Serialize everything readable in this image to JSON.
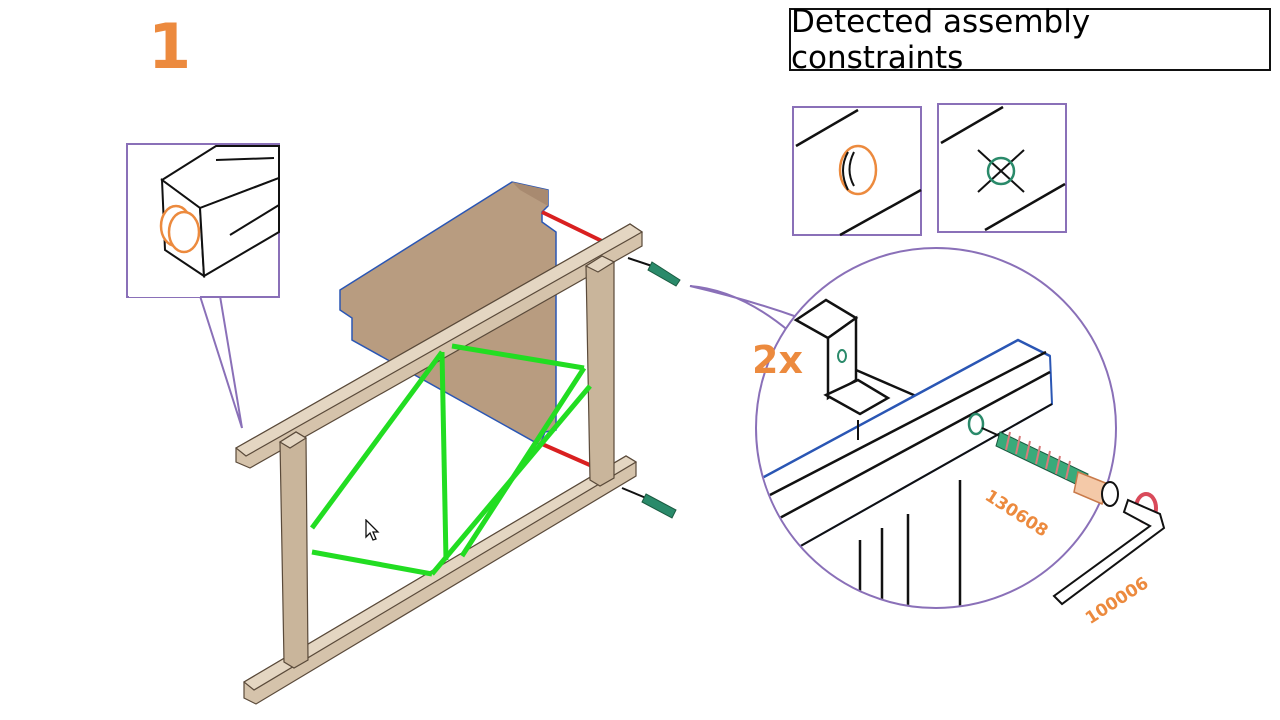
{
  "step": {
    "number": "1"
  },
  "title": "Detected assembly constraints",
  "callout": {
    "quantity": "2x"
  },
  "part_numbers": {
    "screw": "130608",
    "hex_key": "100006"
  },
  "colors": {
    "accent_orange": "#ec8a3e",
    "frame_wood": "#d5c3ab",
    "panel_wood": "#b89c80",
    "constraint_green": "#22dd22",
    "constraint_red": "#d92020",
    "callout_purple": "#8a70b8",
    "detail_blue": "#2a56b4",
    "dowel_green": "#2a8a6a"
  },
  "icons": [
    "cursor-arrow-icon",
    "dowel-hole-icon",
    "cross-hole-icon",
    "screw-icon",
    "hex-key-icon"
  ]
}
